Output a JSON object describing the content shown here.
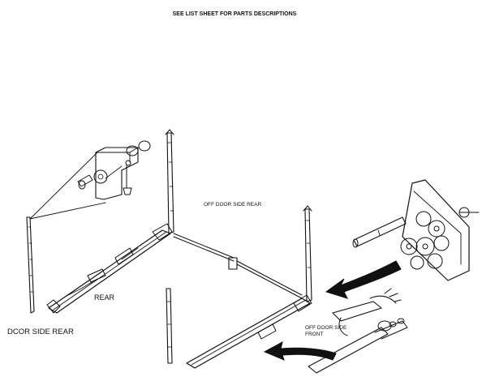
{
  "header": {
    "note": "SEE LIST SHEET FOR PARTS DESCRIPTIONS"
  },
  "labels": {
    "off_door_side_rear": "OFF DOOR SIDE REAR",
    "rear": "REAR",
    "door_side_rear": "DCOR SIDE REAR",
    "off_door_side_front_line1": "OFF DOOR SIDE",
    "off_door_side_front_line2": "FRONT"
  }
}
